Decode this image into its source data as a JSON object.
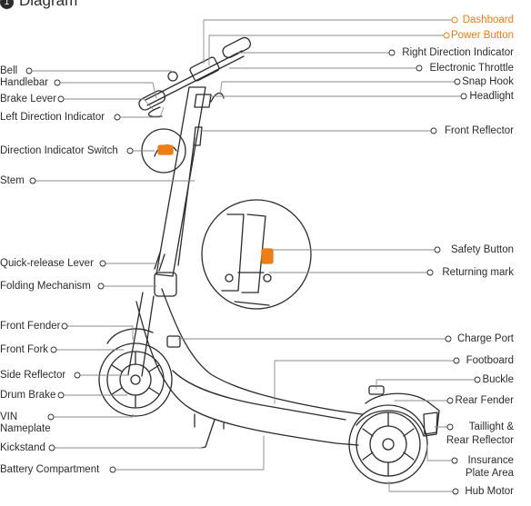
{
  "heading": {
    "number": "1",
    "text": "Diagram"
  },
  "colors": {
    "accent": "#ee7d14",
    "line": "#2b2b2b",
    "leader": "#8a8a8a"
  },
  "labels": {
    "dashboard": "Dashboard",
    "power_button": "Power Button",
    "right_direction_indicator": "Right Direction Indicator",
    "electronic_throttle": "Electronic Throttle",
    "snap_hook": "Snap Hook",
    "headlight": "Headlight",
    "front_reflector": "Front Reflector",
    "safety_button": "Safety Button",
    "returning_mark": "Returning mark",
    "charge_port": "Charge Port",
    "footboard": "Footboard",
    "buckle": "Buckle",
    "rear_fender": "Rear Fender",
    "taillight_line1": "Taillight &",
    "taillight_line2": "Rear Reflector",
    "insurance_line1": "Insurance",
    "insurance_line2": "Plate Area",
    "hub_motor": "Hub Motor",
    "bell": "Bell",
    "handlebar": "Handlebar",
    "brake_lever": "Brake Lever",
    "left_direction_indicator": "Left Direction Indicator",
    "direction_indicator_switch": "Direction Indicator Switch",
    "stem": "Stem",
    "quick_release_lever": "Quick-release Lever",
    "folding_mechanism": "Folding Mechanism",
    "front_fender": "Front Fender",
    "front_fork": "Front Fork",
    "side_reflector": "Side Reflector",
    "drum_brake": "Drum Brake",
    "vin_line1": "VIN",
    "vin_line2": "Nameplate",
    "kickstand": "Kickstand",
    "battery_compartment": "Battery Compartment"
  }
}
